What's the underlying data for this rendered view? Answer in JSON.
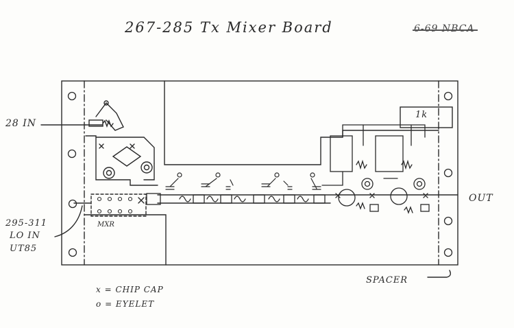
{
  "title": "267-285 Tx Mixer Board",
  "date": "6-69 NBCA",
  "labels": {
    "input_28": "28 IN",
    "output": "OUT",
    "lo_part": "295-311",
    "lo_in": "LO IN",
    "lo_cable": "UT85",
    "mixer": "MXR",
    "spacer": "SPACER",
    "one_k": "1k"
  },
  "legend": [
    {
      "symbol": "x",
      "meaning": "= CHIP CAP"
    },
    {
      "symbol": "o",
      "meaning": "= EYELET"
    }
  ],
  "colors": {
    "ink": "#2a2a2a",
    "paper": "#fdfdfb"
  }
}
